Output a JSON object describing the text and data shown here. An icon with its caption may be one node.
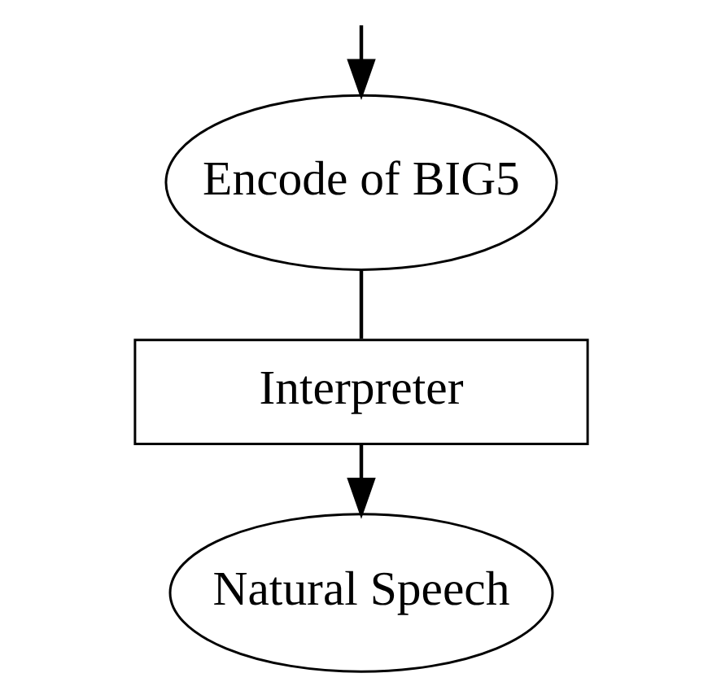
{
  "diagram": {
    "nodes": [
      {
        "text": [
          "Encode of BIG5"
        ]
      },
      {
        "text": [
          "Interpreter"
        ]
      },
      {
        "text": [
          "Natural Speech"
        ]
      }
    ],
    "edges": [
      {
        "from": null,
        "to": 0,
        "arrow": "to"
      },
      {
        "from": 0,
        "to": 1,
        "arrow": "none"
      },
      {
        "from": 1,
        "to": 2,
        "arrow": "to"
      }
    ]
  }
}
